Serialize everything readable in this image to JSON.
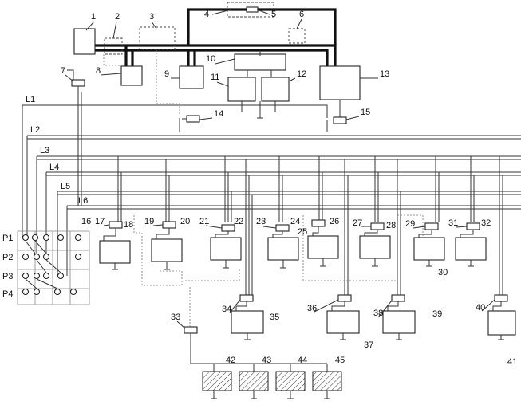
{
  "component_numbers": [
    "1",
    "2",
    "3",
    "4",
    "5",
    "6",
    "7",
    "8",
    "9",
    "10",
    "11",
    "12",
    "13",
    "14",
    "15",
    "16",
    "17",
    "18",
    "19",
    "20",
    "21",
    "22",
    "23",
    "24",
    "25",
    "26",
    "27",
    "28",
    "29",
    "30",
    "31",
    "32",
    "33",
    "34",
    "35",
    "36",
    "37",
    "38",
    "39",
    "40",
    "41",
    "42",
    "43",
    "44",
    "45"
  ],
  "line_labels": [
    "L1",
    "L2",
    "L3",
    "L4",
    "L5",
    "L6"
  ],
  "port_labels": [
    "P1",
    "P2",
    "P3",
    "P4"
  ]
}
